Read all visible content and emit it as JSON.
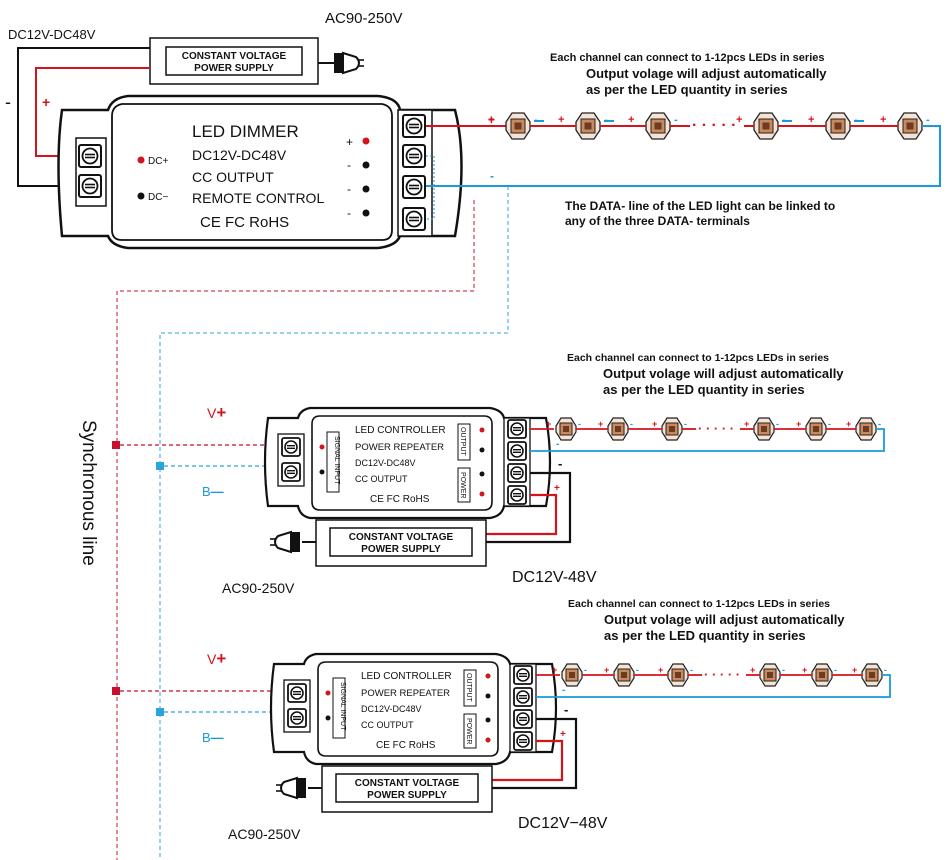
{
  "top": {
    "input_voltage": "DC12V-DC48V",
    "mains": "AC90-250V",
    "psu": {
      "line1": "CONSTANT VOLTAGE",
      "line2": "POWER SUPPLY"
    },
    "minus_sign": "-",
    "plus_sign": "+",
    "dimmer": {
      "title": "LED DIMMER",
      "voltage": "DC12V-DC48V",
      "output": "CC OUTPUT",
      "remote": "REMOTE CONTROL",
      "certs": "CE FC RoHS",
      "dc_plus": "DC+",
      "dc_minus": "DC−",
      "term_plus": "+",
      "term_minus": "-"
    },
    "note_line1": "Each channel can connect to 1-12pcs LEDs in series",
    "note_line2": "Output volage will adjust automatically",
    "note_line3": "as per the LED quantity in series",
    "data_note_line1": "The DATA- line of the LED light can be linked to",
    "data_note_line2": "any of the three DATA- terminals"
  },
  "sync_label": "Synchronous line",
  "repeaters": [
    {
      "v_label": "V",
      "v_sign": "+",
      "b_label": "B",
      "b_sign": "—",
      "note_line1": "Each channel can connect to 1-12pcs LEDs in series",
      "note_line2": "Output volage will adjust automatically",
      "note_line3": "as per the LED quantity in series",
      "controller": {
        "line1": "LED CONTROLLER",
        "line2": "POWER REPEATER",
        "line3": "DC12V-DC48V",
        "line4": "CC OUTPUT",
        "certs": "CE FC RoHS",
        "signal": "SIGNAL  INPUT",
        "output": "OUTPUT",
        "power": "POWER"
      },
      "psu": {
        "line1": "CONSTANT VOLTAGE",
        "line2": "POWER SUPPLY"
      },
      "mains": "AC90-250V",
      "dc_out": "DC12V-48V"
    },
    {
      "v_label": "V",
      "v_sign": "+",
      "b_label": "B",
      "b_sign": "—",
      "note_line1": "Each channel can connect to 1-12pcs  LEDs in series",
      "note_line2": "Output volage will adjust automatically",
      "note_line3": "as per the LED quantity in series",
      "controller": {
        "line1": "LED CONTROLLER",
        "line2": "POWER REPEATER",
        "line3": "DC12V-DC48V",
        "line4": "CC OUTPUT",
        "certs": "CE FC RoHS",
        "signal": "SIGNAL  INPUT",
        "output": "OUTPUT",
        "power": "POWER"
      },
      "psu": {
        "line1": "CONSTANT VOLTAGE",
        "line2": "POWER SUPPLY"
      },
      "mains": "AC90-250V",
      "dc_out": "DC12V−48V"
    }
  ],
  "colors": {
    "positive_wire": "#d4141c",
    "negative_wire": "#1a9ad9",
    "sync_red": "#c8102e",
    "sync_blue": "#2aa5dc",
    "outline": "#111111",
    "led_body": "#d9a27a"
  }
}
